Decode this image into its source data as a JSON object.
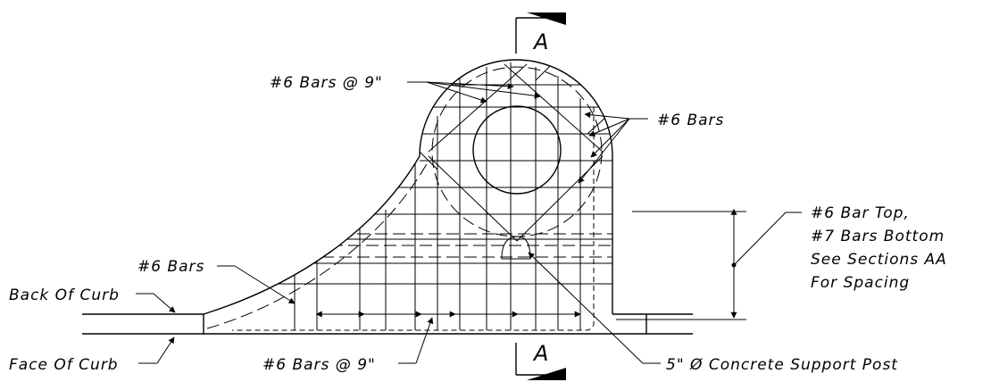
{
  "section_marks": {
    "top": "A",
    "bottom": "A"
  },
  "labels": {
    "bars_9_top": "#6 Bars @ 9\"",
    "bars_right": "#6 Bars",
    "bar_top_line1": "#6 Bar Top,",
    "bar_top_line2": "#7 Bars Bottom",
    "bar_top_line3": "See Sections AA",
    "bar_top_line4": "For Spacing",
    "bars_left": "#6 Bars",
    "back_of_curb": "Back Of Curb",
    "face_of_curb": "Face Of Curb",
    "bars_9_bottom": "#6 Bars @ 9\"",
    "support_post": "5\" Ø Concrete Support Post"
  }
}
